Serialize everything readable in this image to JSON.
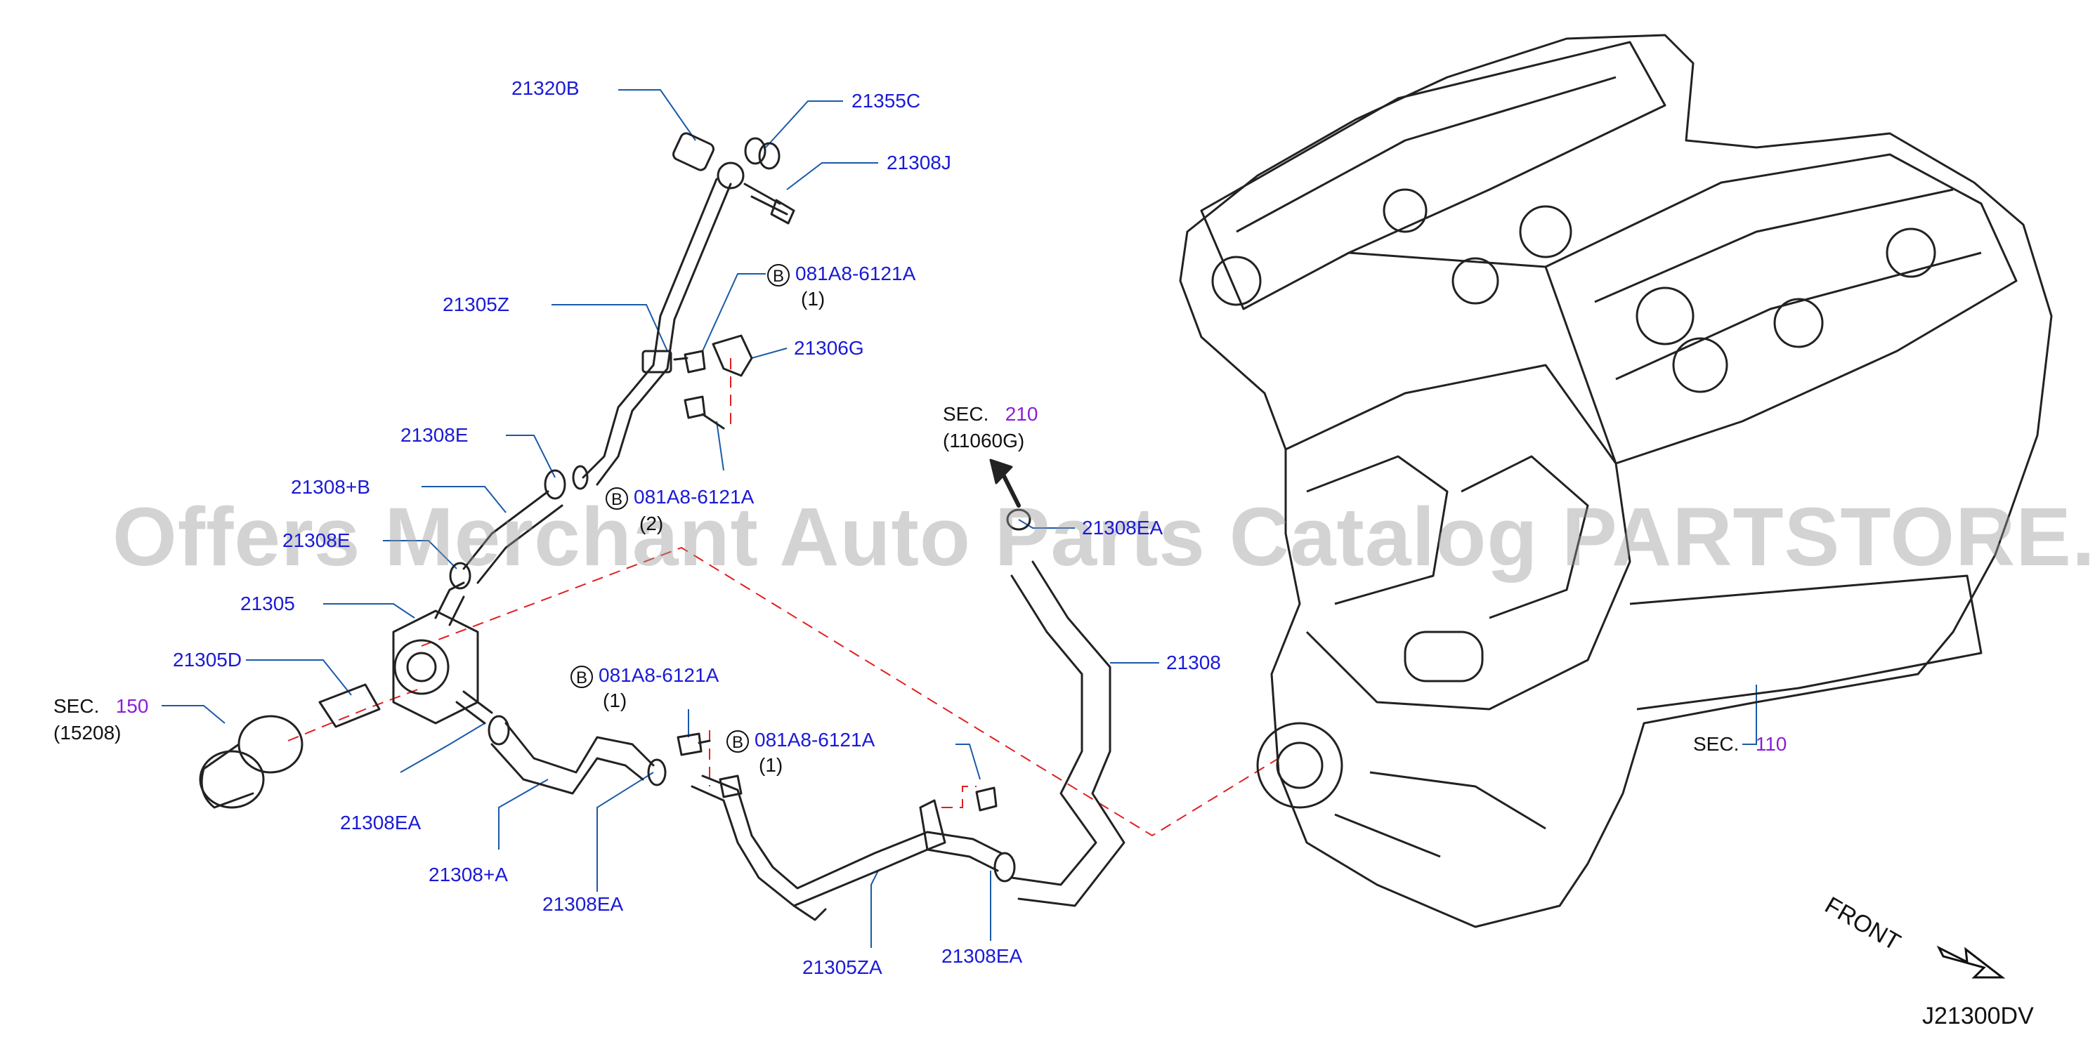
{
  "diagram": {
    "colors": {
      "part_number": "#1a1ad6",
      "section_ref": "#8a1fd6",
      "leader": "#1a5aa8",
      "centerline": "#e02020",
      "drawing": "#222222"
    },
    "labels": {
      "p21320B": "21320B",
      "p21355C": "21355C",
      "p21308J": "21308J",
      "p21305Z": "21305Z",
      "bolt1_code": "081A8-6121A",
      "bolt1_qty": "(1)",
      "p21306G": "21306G",
      "p21308E_top": "21308E",
      "bolt2_code": "081A8-6121A",
      "bolt2_qty": "(2)",
      "p21308plusB": "21308+B",
      "p21308E_low": "21308E",
      "p21305": "21305",
      "p21305D": "21305D",
      "sec150_prefix": "SEC.",
      "sec150_num": "150",
      "sec150_sub": "(15208)",
      "sec210_prefix": "SEC.",
      "sec210_num": "210",
      "sec210_sub": "(11060G)",
      "p21308EA_right": "21308EA",
      "p21308": "21308",
      "bolt3_code": "081A8-6121A",
      "bolt3_qty": "(1)",
      "bolt4_code": "081A8-6121A",
      "bolt4_qty": "(1)",
      "p21308EA_a": "21308EA",
      "p21308plusA": "21308+A",
      "p21308EA_b": "21308EA",
      "p21305ZA": "21305ZA",
      "p21308EA_c": "21308EA",
      "sec110_prefix": "SEC.",
      "sec110_num": "110",
      "circle_letter": "B"
    },
    "front_label": "FRONT",
    "diagram_code": "J21300DV",
    "watermark": "Offers Merchant Auto Parts Catalog PARTSTORE.SA"
  }
}
